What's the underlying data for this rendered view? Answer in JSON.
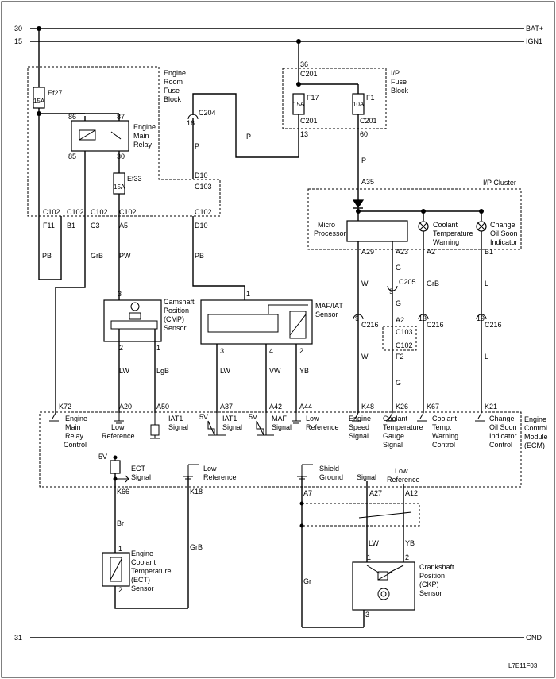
{
  "rails": {
    "bat_num": "30",
    "bat_label": "BAT+",
    "ign_num": "15",
    "ign_label": "IGN1",
    "gnd_num": "31",
    "gnd_label": "GND"
  },
  "engine_fuse_block": {
    "title": [
      "Engine",
      "Room",
      "Fuse",
      "Block"
    ],
    "ef27_name": "Ef27",
    "ef27_rating": "15A",
    "ef33_name": "Ef33",
    "ef33_rating": "15A",
    "relay_title": [
      "Engine",
      "Main",
      "Relay"
    ],
    "relay_pins": [
      "86",
      "87",
      "85",
      "30"
    ],
    "d10_top": "D10",
    "c103": "C103",
    "c102": "C102",
    "d10_bottom": "D10"
  },
  "ip_fuse_block": {
    "title": [
      "I/P",
      "Fuse",
      "Block"
    ],
    "pin36": "36",
    "c201_top": "C201",
    "f17_name": "F17",
    "f17_rating": "15A",
    "f1_name": "F1",
    "f1_rating": "10A",
    "c201_left": "C201",
    "c201_right": "C201",
    "pin13": "13",
    "pin60": "60"
  },
  "c204": {
    "pin": "16",
    "name": "C204"
  },
  "connectors_c102": [
    "C102",
    "C102",
    "C102",
    "C102"
  ],
  "pins_c102": [
    "F11",
    "B1",
    "C3",
    "A5"
  ],
  "wires": {
    "pb1": "PB",
    "grb1": "GrB",
    "pw": "PW",
    "pb2": "PB",
    "p1": "P",
    "p2": "P",
    "p3": "P",
    "lw1": "LW",
    "lgb": "LgB",
    "lw2": "LW",
    "vw": "VW",
    "yb1": "YB",
    "w1": "W",
    "w2": "W",
    "g1": "G",
    "g2": "G",
    "g3": "G",
    "grb2": "GrB",
    "l1": "L",
    "l2": "L",
    "br": "Br",
    "grb3": "GrB",
    "lw3": "LW",
    "yb2": "YB",
    "gr": "Gr"
  },
  "ip_cluster": {
    "title": "I/P Cluster",
    "a35": "A35",
    "micro": [
      "Micro",
      "Processor"
    ],
    "coolant_warn": [
      "Coolant",
      "Temperature",
      "Warning"
    ],
    "change_oil": [
      "Change",
      "Oil Soon",
      "Indicator"
    ],
    "pins": [
      "A29",
      "A23",
      "A2",
      "B1"
    ]
  },
  "c205": {
    "pin": "9",
    "name": "C205"
  },
  "c216": {
    "pins": [
      "9",
      "13",
      "19"
    ],
    "names": [
      "C216",
      "C216",
      "C216"
    ]
  },
  "c103_c102": {
    "a2": "A2",
    "c103": "C103",
    "c102": "C102",
    "f2": "F2"
  },
  "cmp_sensor": {
    "title": [
      "Camshaft",
      "Position",
      "(CMP)",
      "Sensor"
    ],
    "pins": [
      "3",
      "2",
      "1"
    ]
  },
  "maf_sensor": {
    "title": [
      "MAF/IAT",
      "Sensor"
    ],
    "pins": [
      "1",
      "3",
      "4",
      "2"
    ]
  },
  "ecm": {
    "title": [
      "Engine",
      "Control",
      "Module",
      "(ECM)"
    ],
    "pins_top": [
      "K72",
      "A20",
      "A50",
      "A37",
      "A42",
      "A44",
      "K48",
      "K26",
      "K67",
      "K21"
    ],
    "labels": {
      "main_relay": [
        "Engine",
        "Main",
        "Relay",
        "Control"
      ],
      "low_ref1": [
        "Low",
        "Reference"
      ],
      "iat1_a": [
        "IAT1",
        "Signal"
      ],
      "iat1_b": [
        "IAT1",
        "Signal"
      ],
      "maf": [
        "MAF",
        "Signal"
      ],
      "low_ref2": [
        "Low",
        "Reference"
      ],
      "engine_speed": [
        "Engine",
        "Speed",
        "Signal"
      ],
      "coolant_gauge": [
        "Coolant",
        "Temperature",
        "Gauge",
        "Signal"
      ],
      "coolant_warn": [
        "Coolant",
        "Temp.",
        "Warning",
        "Control"
      ],
      "change_oil": [
        "Change",
        "Oil Soon",
        "Indicator",
        "Control"
      ]
    },
    "v5": [
      "5V",
      "5V",
      "5V"
    ],
    "ect_label": [
      "ECT",
      "Signal"
    ],
    "low_ref3": [
      "Low",
      "Reference"
    ],
    "shield": [
      "Shield",
      "Ground"
    ],
    "signal": "Signal",
    "low_ref4": [
      "Low",
      "Reference"
    ],
    "pins_bottom": [
      "K66",
      "K18",
      "A7",
      "A27",
      "A12"
    ]
  },
  "ect_sensor": {
    "title": [
      "Engine",
      "Coolant",
      "Temperature",
      "(ECT)",
      "Sensor"
    ],
    "pins": [
      "1",
      "2"
    ]
  },
  "ckp_sensor": {
    "title": [
      "Crankshaft",
      "Position",
      "(CKP)",
      "Sensor"
    ],
    "pins": [
      "1",
      "2",
      "3"
    ]
  },
  "figure_code": "L7E11F03"
}
